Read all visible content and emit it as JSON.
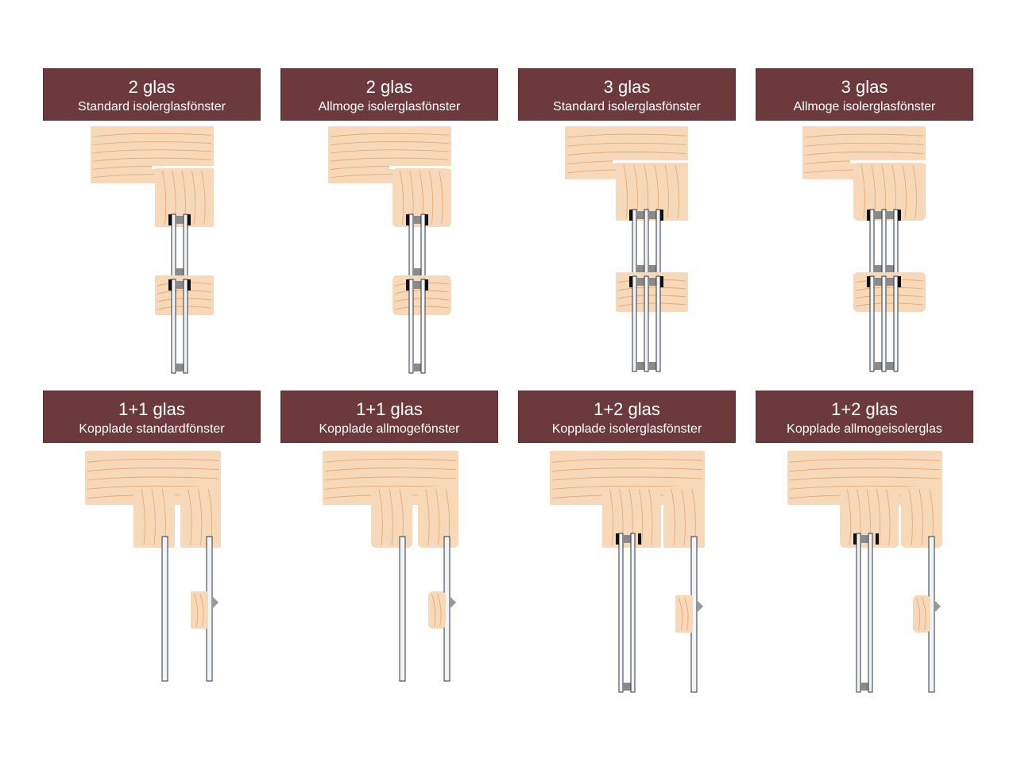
{
  "panels": [
    {
      "title": "2 glas",
      "subtitle": "Standard isolerglasfönster",
      "type": "2",
      "style": "standard"
    },
    {
      "title": "2 glas",
      "subtitle": "Allmoge isolerglasfönster",
      "type": "2",
      "style": "allmoge"
    },
    {
      "title": "3 glas",
      "subtitle": "Standard isolerglasfönster",
      "type": "3",
      "style": "standard"
    },
    {
      "title": "3 glas",
      "subtitle": "Allmoge isolerglasfönster",
      "type": "3",
      "style": "allmoge"
    },
    {
      "title": "1+1 glas",
      "subtitle": "Kopplade standardfönster",
      "type": "1+1",
      "style": "standard"
    },
    {
      "title": "1+1 glas",
      "subtitle": "Kopplade allmogefönster",
      "type": "1+1",
      "style": "allmoge"
    },
    {
      "title": "1+2 glas",
      "subtitle": "Kopplade isolerglasfönster",
      "type": "1+2",
      "style": "standard"
    },
    {
      "title": "1+2 glas",
      "subtitle": "Kopplade allmogeisolerglas",
      "type": "1+2",
      "style": "allmoge"
    }
  ],
  "colors": {
    "header": "#6c393d",
    "wood": "#f7d8b9",
    "grain": "#e3a772",
    "glass": "#eef4f8",
    "spacer": "#8a8a8a",
    "seal": "#111111"
  }
}
